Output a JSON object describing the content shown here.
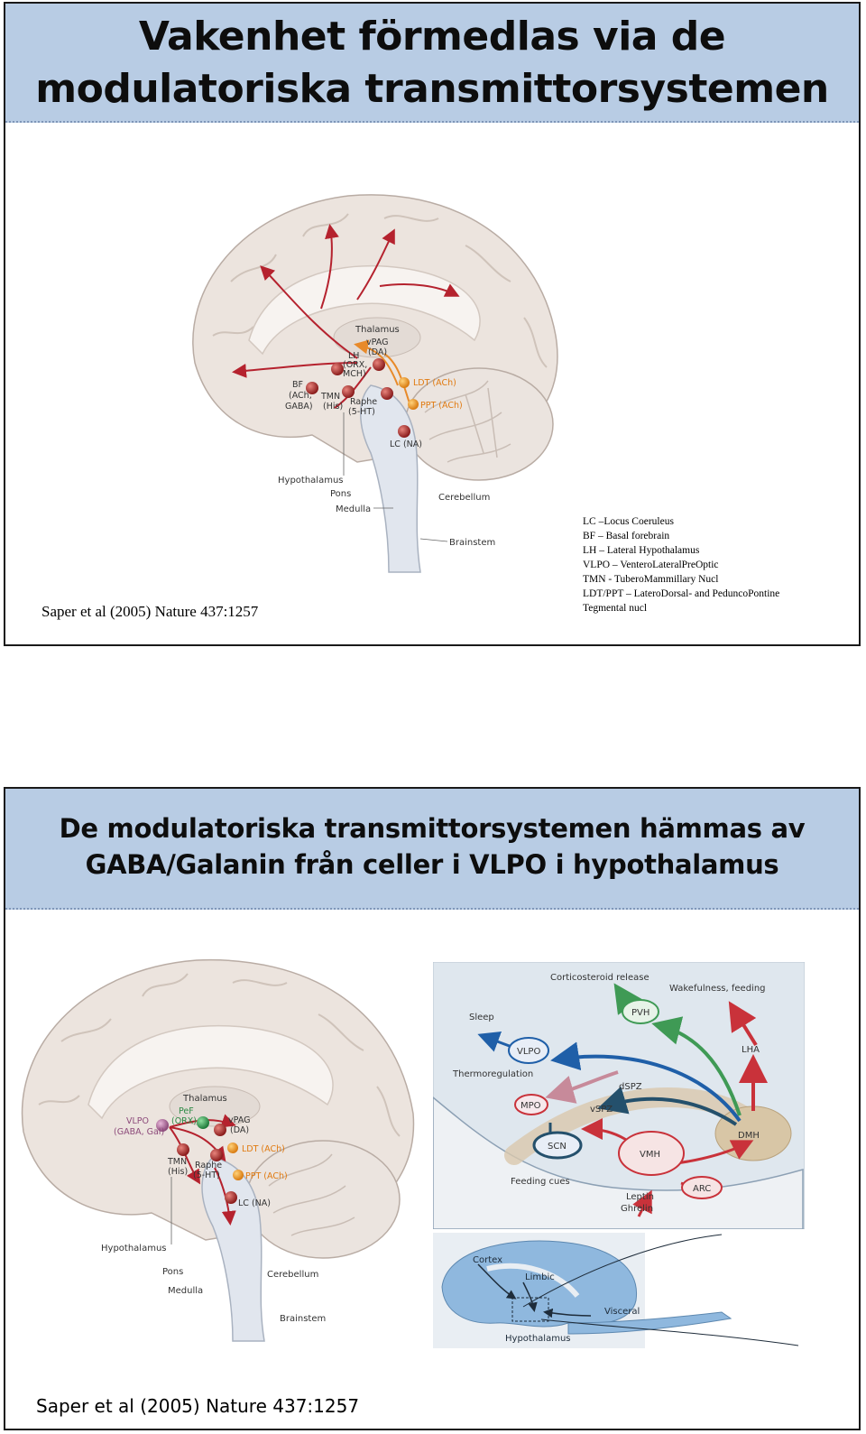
{
  "slide1": {
    "title_line1": "Vakenhet förmedlas via de",
    "title_line2": "modulatoriska transmittorsystemen",
    "citation": "Saper et al (2005) Nature 437:1257",
    "legend": [
      "LC –Locus Coeruleus",
      "BF – Basal forebrain",
      "LH – Lateral Hypothalamus",
      "VLPO – VenteroLateralPreOptic",
      "TMN - TuberoMammillary Nucl",
      "LDT/PPT – LateroDorsal- and PeduncoPontine",
      "Tegmental nucl"
    ],
    "figure": {
      "thalamus": "Thalamus",
      "vpag": "vPAG",
      "da": "(DA)",
      "lh": "LH",
      "orx": "(ORX,",
      "mch": "MCH)",
      "bf": "BF",
      "ach": "(ACh,",
      "gaba": "GABA)",
      "tmn": "TMN",
      "his": "(His)",
      "raphe": "Raphe",
      "ht": "(5-HT)",
      "ldt": "LDT (ACh)",
      "ppt": "PPT (ACh)",
      "lc": "LC (NA)",
      "hypothalamus": "Hypothalamus",
      "pons": "Pons",
      "medulla": "Medulla",
      "cerebellum": "Cerebellum",
      "brainstem": "Brainstem"
    }
  },
  "slide2": {
    "title_line1": "De modulatoriska transmittorsystemen hämmas av",
    "title_line2": "GABA/Galanin från celler i VLPO i hypothalamus",
    "citation": "Saper et al (2005) Nature 437:1257",
    "brain": {
      "thalamus": "Thalamus",
      "pef": "PeF",
      "orx": "(ORX)",
      "vpag": "vPAG",
      "da": "(DA)",
      "vlpo": "VLPO",
      "gabagal": "(GABA, Gal)",
      "ldt": "LDT (ACh)",
      "tmn": "TMN",
      "his": "(His)",
      "raphe": "Raphe",
      "ht": "(5-HT)",
      "ppt": "PPT (ACh)",
      "lc": "LC (NA)",
      "hypothalamus": "Hypothalamus",
      "pons": "Pons",
      "medulla": "Medulla",
      "cerebellum": "Cerebellum",
      "brainstem": "Brainstem"
    },
    "diagram": {
      "corticosteroid": "Corticosteroid release",
      "wakefulness": "Wakefulness, feeding",
      "sleep": "Sleep",
      "pvh": "PVH",
      "vlpo": "VLPO",
      "lha": "LHA",
      "thermoregulation": "Thermoregulation",
      "dspz": "dSPZ",
      "mpo": "MPO",
      "vspz": "vSPZ",
      "dmh": "DMH",
      "scn": "SCN",
      "vmh": "VMH",
      "feeding": "Feeding cues",
      "arc": "ARC",
      "leptin": "Leptin",
      "ghrelin": "Ghrelin"
    },
    "inset": {
      "cortex": "Cortex",
      "limbic": "Limbic",
      "visceral": "Visceral",
      "hypothalamus": "Hypothalamus"
    }
  },
  "colors": {
    "title_band": "#b8cce4",
    "brain_fill": "#ece4de",
    "red_arrow": "#b5222e",
    "orange_arrow": "#e88a2a",
    "diagram_bg": "#dfe7ee",
    "blue_arrow": "#1f5fa8",
    "green_arrow": "#3f9a55"
  }
}
